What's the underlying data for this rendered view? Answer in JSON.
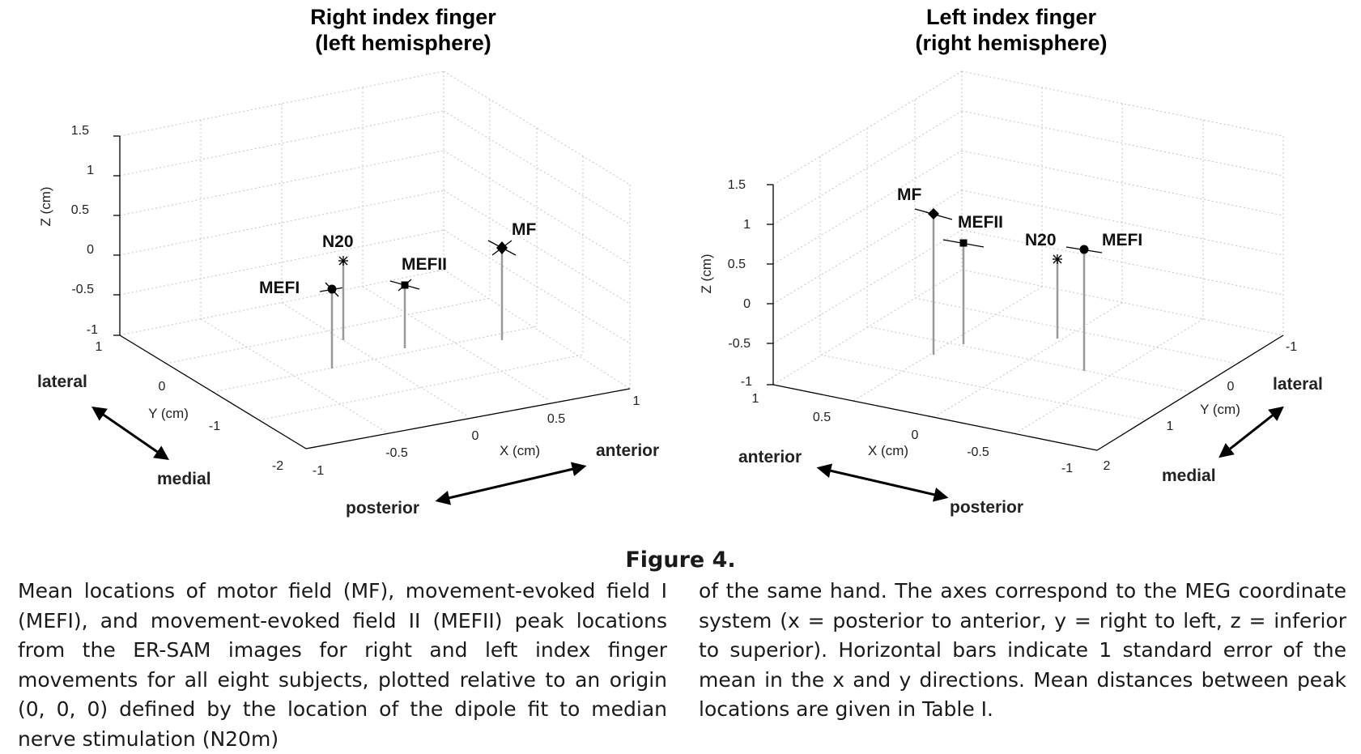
{
  "figure": {
    "panels": [
      {
        "title_line1": "Right index finger",
        "title_line2": "(left hemisphere)",
        "z_axis_label": "Z (cm)",
        "y_axis_label": "Y (cm)",
        "x_axis_label": "X (cm)",
        "z_ticks": [
          "1.5",
          "1",
          "0.5",
          "0",
          "-0.5",
          "-1"
        ],
        "y_ticks": [
          "1",
          "0",
          "-1",
          "-2"
        ],
        "x_ticks": [
          "-1",
          "-0.5",
          "0",
          "0.5",
          "1"
        ],
        "directions": {
          "lateral": "lateral",
          "medial": "medial",
          "posterior": "posterior",
          "anterior": "anterior"
        },
        "points": [
          {
            "label": "MEFI",
            "marker": "circle"
          },
          {
            "label": "N20",
            "marker": "star"
          },
          {
            "label": "MEFII",
            "marker": "square"
          },
          {
            "label": "MF",
            "marker": "diamond"
          }
        ]
      },
      {
        "title_line1": "Left index finger",
        "title_line2": "(right hemisphere)",
        "z_axis_label": "Z (cm)",
        "y_axis_label": "Y (cm)",
        "x_axis_label": "X (cm)",
        "z_ticks": [
          "1.5",
          "1",
          "0.5",
          "0",
          "-0.5",
          "-1"
        ],
        "y_ticks": [
          "-1",
          "0",
          "1",
          "2"
        ],
        "x_ticks": [
          "1",
          "0.5",
          "0",
          "-0.5",
          "-1"
        ],
        "directions": {
          "lateral": "lateral",
          "medial": "medial",
          "posterior": "posterior",
          "anterior": "anterior"
        },
        "points": [
          {
            "label": "MF",
            "marker": "diamond"
          },
          {
            "label": "MEFII",
            "marker": "square"
          },
          {
            "label": "N20",
            "marker": "star"
          },
          {
            "label": "MEFI",
            "marker": "circle"
          }
        ]
      }
    ]
  },
  "caption": {
    "title": "Figure 4.",
    "text_left": "Mean locations of motor field (MF), movement-evoked field I (MEFI), and movement-evoked field II (MEFII) peak locations from the ER-SAM images for right and left index finger movements for all eight subjects, plotted relative to an origin (0, 0, 0) defined by the location of the dipole fit to median nerve stimulation (N20m)",
    "text_right": "of the same hand. The axes correspond to the MEG coordinate system (x = posterior to anterior, y = right to left, z = inferior to superior). Horizontal bars indicate 1 standard error of the mean in the x and y directions. Mean distances between peak locations are given in Table I."
  }
}
